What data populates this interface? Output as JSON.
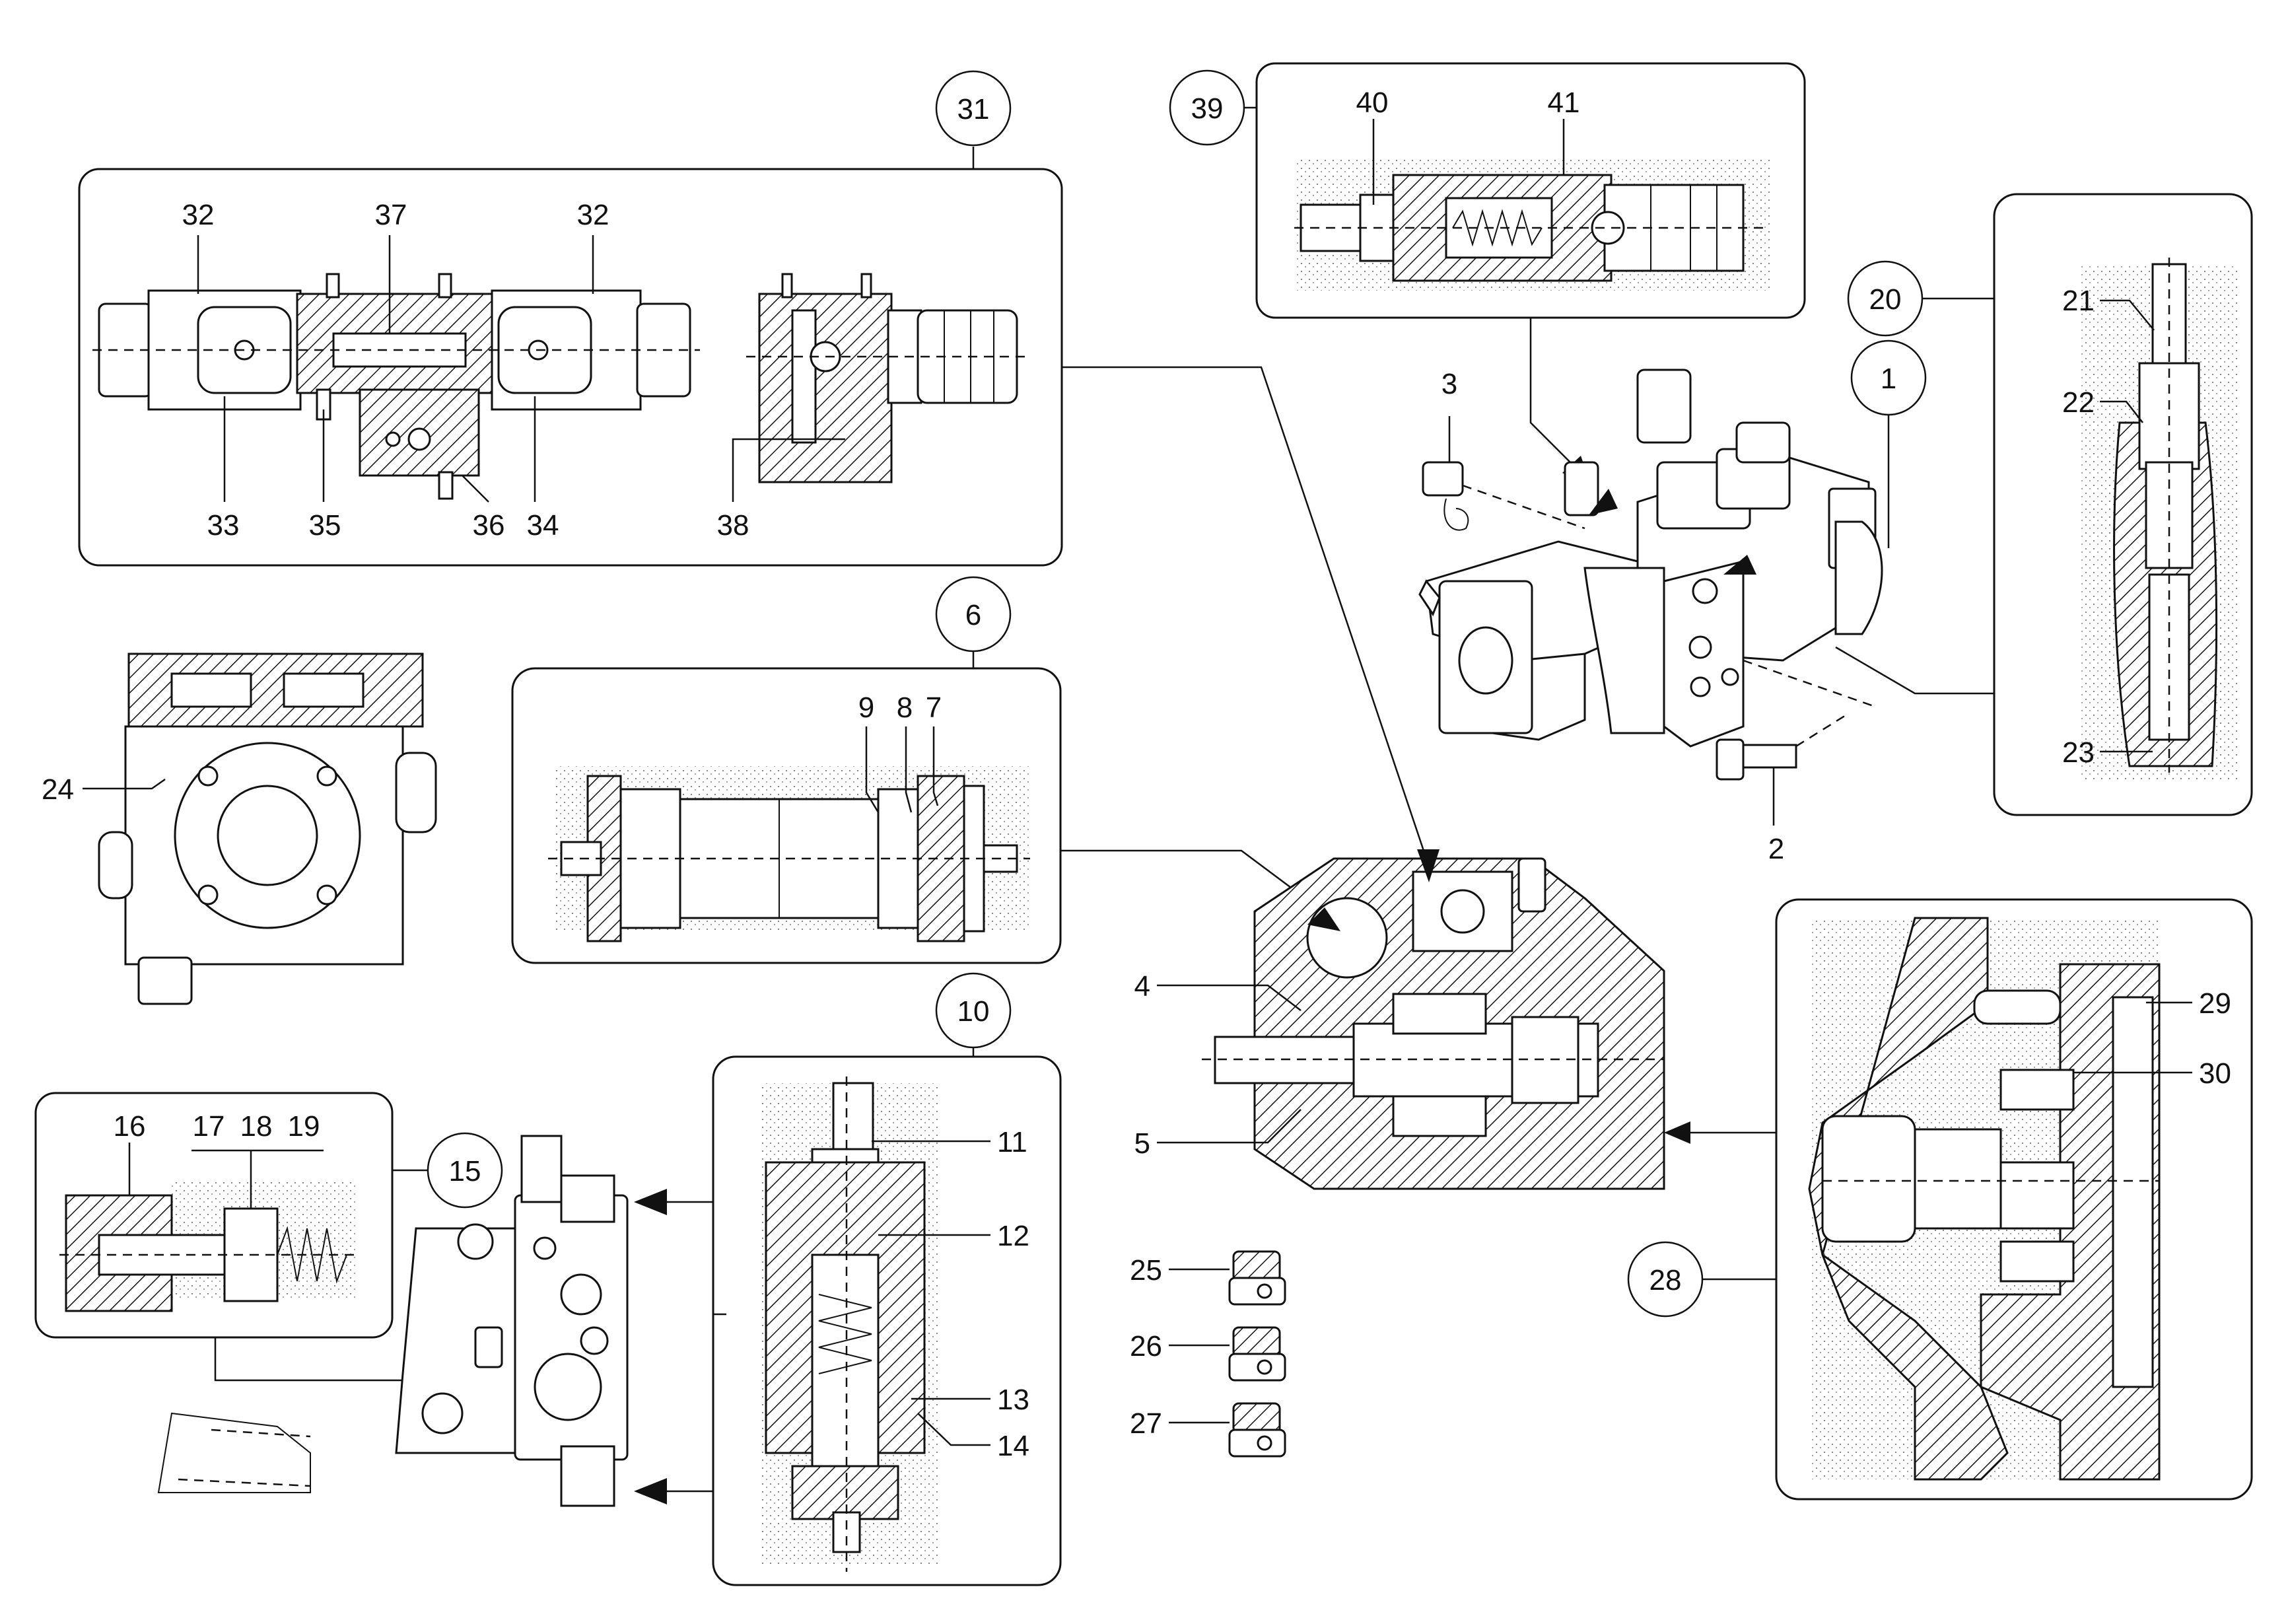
{
  "callouts": {
    "c1": "1",
    "c2": "2",
    "c3": "3",
    "c4": "4",
    "c5": "5",
    "c6": "6",
    "c7": "7",
    "c8": "8",
    "c9": "9",
    "c10": "10",
    "c11": "11",
    "c12": "12",
    "c13": "13",
    "c14": "14",
    "c15": "15",
    "c16": "16",
    "c17": "17",
    "c18": "18",
    "c19": "19",
    "c20": "20",
    "c21": "21",
    "c22": "22",
    "c23": "23",
    "c24": "24",
    "c25": "25",
    "c26": "26",
    "c27": "27",
    "c28": "28",
    "c29": "29",
    "c30": "30",
    "c31": "31",
    "c32a": "32",
    "c32b": "32",
    "c33": "33",
    "c34": "34",
    "c35": "35",
    "c36": "36",
    "c37": "37",
    "c38": "38",
    "c39": "39",
    "c40": "40",
    "c41": "41"
  }
}
